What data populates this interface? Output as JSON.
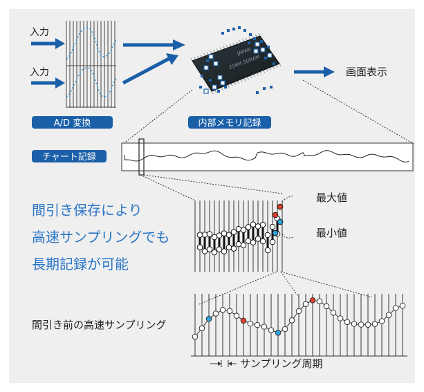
{
  "labels": {
    "input_1": "入力",
    "input_2": "入力",
    "ad_convert": "A/D 変換",
    "internal_memory": "内部メモリ記録",
    "screen_display": "画面表示",
    "chart_record": "チャート記録",
    "max_value": "最大値",
    "min_value": "最小値",
    "caption_line_1": "間引き保存により",
    "caption_line_2": "高速サンプリングでも",
    "caption_line_3": "長期記録が可能",
    "pre_decimation": "間引き前の高速サンプリング",
    "sampling_period": "サンプリング周期",
    "chip_marking_1": "JAPAN",
    "chip_marking_2": "256M SDRAM"
  },
  "colors": {
    "brand_blue": "#1a5fa8",
    "accent_blue": "#2a94d8",
    "max_red": "#e0402a",
    "min_cyan": "#2aa5e0",
    "caption_blue": "#2a76c6"
  }
}
